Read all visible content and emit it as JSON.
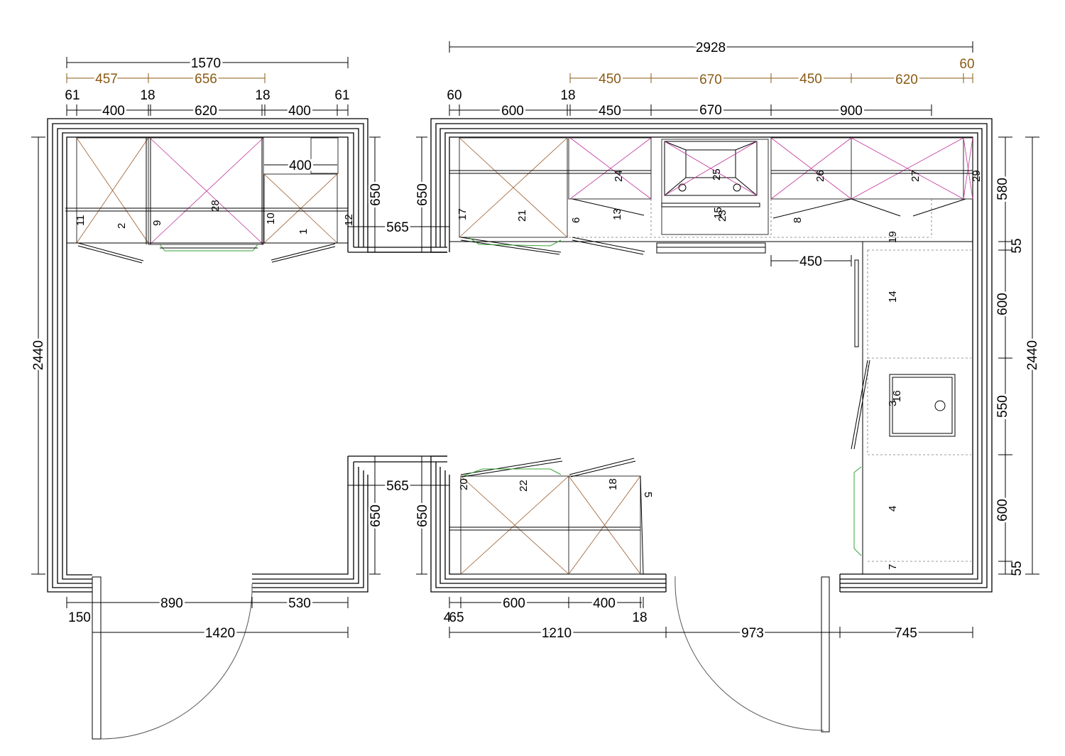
{
  "dims_left_top": {
    "overall": "1570",
    "b1": "457",
    "b2": "656",
    "e1": "61",
    "e2": "18",
    "e3": "18",
    "e4": "61",
    "s1": "400",
    "s2": "620",
    "s3": "400"
  },
  "dims_right_top": {
    "overall": "2928",
    "b1": "450",
    "b2": "670",
    "b3": "450",
    "b4": "620",
    "b5": "60",
    "e1": "60",
    "e2": "18",
    "s1": "600",
    "s2": "450",
    "s3": "670",
    "s4": "900"
  },
  "dims_left_side": {
    "height": "2440",
    "r1": "650",
    "r2": "650"
  },
  "dims_middle": {
    "top": "565",
    "bottom": "565",
    "l1": "650",
    "l2": "650"
  },
  "dims_right_side": {
    "a": "580",
    "b": "55",
    "c": "600",
    "d": "550",
    "e": "600",
    "f": "55",
    "overall": "2440"
  },
  "dims_left_bottom": {
    "a": "150",
    "b": "890",
    "c": "530",
    "d": "1420"
  },
  "dims_right_bottom": {
    "a": "4",
    "b": "65",
    "c": "600",
    "d": "400",
    "e": "18",
    "f": "1210",
    "g": "973",
    "h": "745"
  },
  "dims_inner": {
    "cab400": "400",
    "gap450": "450"
  },
  "labels": {
    "n1": "1",
    "n2": "2",
    "n3": "3",
    "n4": "4",
    "n5": "5",
    "n6": "6",
    "n7": "7",
    "n8": "8",
    "n9": "9",
    "n10": "10",
    "n11": "11",
    "n12": "12",
    "n13": "13",
    "n14": "14",
    "n15": "15",
    "n16": "16",
    "n17": "17",
    "n18": "18",
    "n19": "19",
    "n20": "20",
    "n21": "21",
    "n22": "22",
    "n23": "23",
    "n24": "24",
    "n25": "25",
    "n26": "26",
    "n27": "27",
    "n28": "28",
    "n29": "29"
  }
}
